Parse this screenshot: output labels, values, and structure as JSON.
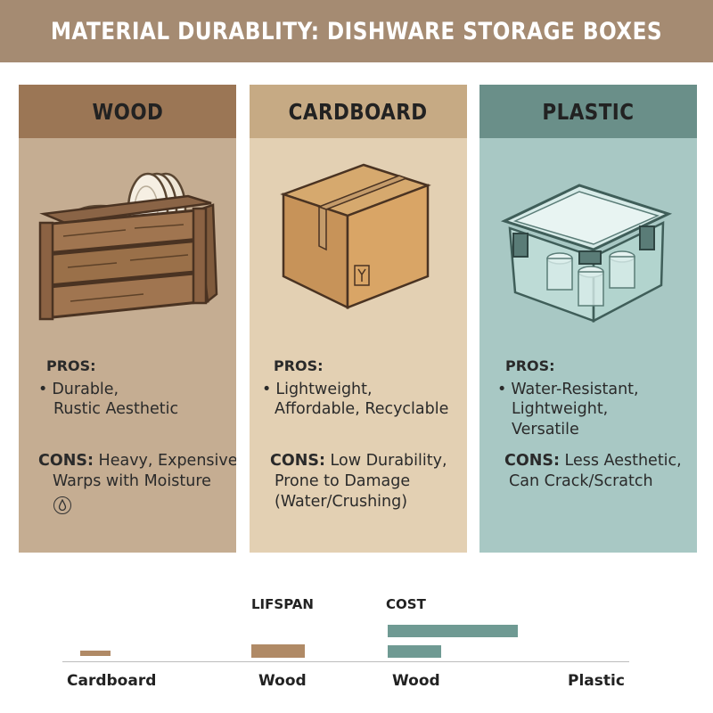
{
  "title": "MATERIAL DURABLITY: DISHWARE STORAGE BOXES",
  "panels": [
    {
      "name": "WOOD",
      "pros_label": "PROS:",
      "pros": [
        "Durable,",
        "Rustic Aesthetic"
      ],
      "cons_label": "CONS:",
      "cons": [
        "Heavy, Expensive,",
        "Warps with Moisture"
      ],
      "icon": "water-drop-icon"
    },
    {
      "name": "CARDBOARD",
      "pros_label": "PROS:",
      "pros": [
        "Lightweight,",
        "Affordable, Recyclable"
      ],
      "cons_label": "CONS:",
      "cons": [
        "Low Durability,",
        "Prone to Damage",
        "(Water/Crushing)"
      ]
    },
    {
      "name": "PLASTIC",
      "pros_label": "PROS:",
      "pros": [
        "Water-Resistant,",
        "Lightweight,",
        "Versatile"
      ],
      "cons_label": "CONS:",
      "cons": [
        "Less Aesthetic,",
        "Can Crack/Scratch"
      ]
    }
  ],
  "colors": {
    "banner": "#a58b72",
    "wood": "#c5ad92",
    "wood_head": "#9b7655",
    "cardboard": "#e3d0b3",
    "cardboard_head": "#c6aa84",
    "plastic": "#a8c8c4",
    "plastic_head": "#6a8f89",
    "lifespan_bar": "#b08a66",
    "cost_bar": "#6f9a93"
  },
  "comparison": {
    "lifespan_label": "LIFSPAN",
    "cost_label": "COST",
    "axis_labels": [
      "Cardboard",
      "Wood",
      "Wood",
      "Plastic"
    ]
  }
}
